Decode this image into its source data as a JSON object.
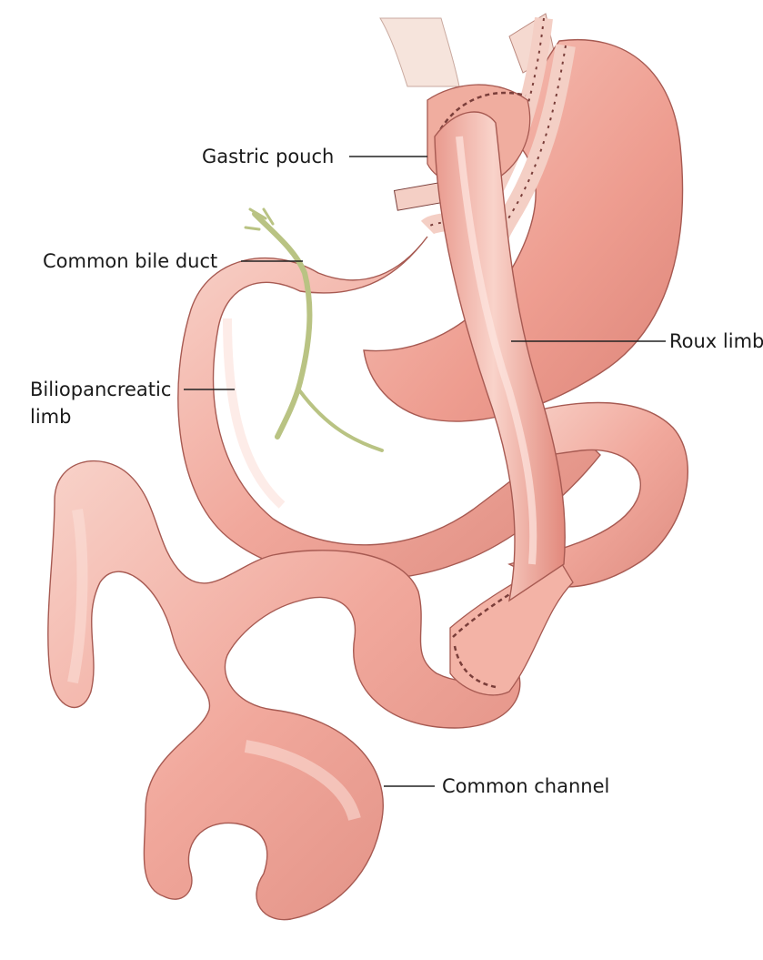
{
  "labels": {
    "gastric_pouch": "Gastric pouch",
    "common_bile_duct": "Common bile duct",
    "roux_limb": "Roux limb",
    "biliopancreatic_line1": "Biliopancreatic",
    "biliopancreatic_line2": "limb",
    "common_channel": "Common channel"
  },
  "colors": {
    "bowel_fill": "#f1a79b",
    "bowel_light": "#f8cfc6",
    "bowel_shadow": "#d27e73",
    "bowel_outline": "#a75a52",
    "bile_duct": "#b9c383",
    "esophagus": "#f6e4dc",
    "staple": "#7a3e3a"
  }
}
